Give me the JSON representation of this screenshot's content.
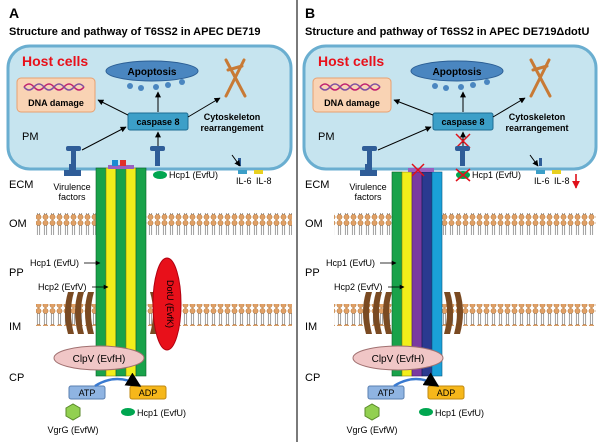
{
  "panels": [
    {
      "letter": "A",
      "title": "Structure and pathway of T6SS2 in APEC DE719",
      "host_cells": "Host cells",
      "apoptosis": "Apoptosis",
      "dna_damage": "DNA damage",
      "caspase": "caspase 8",
      "cytoskeleton": [
        "Cytoskeleton",
        "rearrangement"
      ],
      "pm": "PM",
      "ecm": "ECM",
      "om": "OM",
      "pp": "PP",
      "im": "IM",
      "cp": "CP",
      "virulence": [
        "Virulence",
        "factors"
      ],
      "hcp1_top": "Hcp1 (EvfU)",
      "il6": "IL-6",
      "il8": "IL-8",
      "hcp1_label": "Hcp1 (EvfU)",
      "hcp2_label": "Hcp2 (EvfV)",
      "dotu": "DotU (EvfK)",
      "clpv": "ClpV (EvfH)",
      "atp": "ATP",
      "adp": "ADP",
      "vgrg": "VgrG (EvfW)",
      "hcp1_bottom": "Hcp1 (EvfU)"
    },
    {
      "letter": "B",
      "title": "Structure and pathway of T6SS2 in APEC DE719ΔdotU",
      "host_cells": "Host cells",
      "apoptosis": "Apoptosis",
      "dna_damage": "DNA damage",
      "caspase": "caspase 8",
      "cytoskeleton": [
        "Cytoskeleton",
        "rearrangement"
      ],
      "pm": "PM",
      "ecm": "ECM",
      "om": "OM",
      "pp": "PP",
      "im": "IM",
      "cp": "CP",
      "virulence": [
        "Virulence",
        "factors"
      ],
      "hcp1_top": "Hcp1 (EvfU)",
      "il6": "IL-6",
      "il8": "IL-8",
      "hcp1_label": "Hcp1 (EvfU)",
      "hcp2_label": "Hcp2 (EvfV)",
      "clpv": "ClpV (EvfH)",
      "atp": "ATP",
      "adp": "ADP",
      "vgrg": "VgrG (EvfW)",
      "hcp1_bottom": "Hcp1 (EvfU)"
    }
  ],
  "colors": {
    "cell_fill": "#c6e4ef",
    "cell_stroke": "#6aaed0",
    "caspase_fill": "#3c9fc8",
    "apoptosis_fill": "#4a86c0",
    "dna_fill": "#f9d3b4",
    "dotu_fill": "#e8101a",
    "clpv_fill": "#f0c6c6",
    "atp_fill": "#8fb4e2",
    "adp_fill": "#f6b71a",
    "vgrg_fill": "#92d050",
    "hcp_fill": "#00a650",
    "down_arrow": "#e0101a"
  }
}
